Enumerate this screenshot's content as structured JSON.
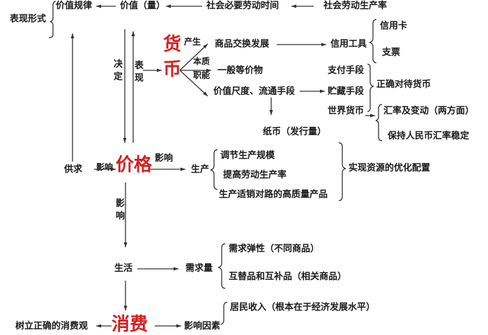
{
  "top_row": {
    "expression_form": "表现形式",
    "value_law": "价值规律",
    "value_quantity": "价值（量）",
    "socially_necessary_labor_time": "社会必要劳动时间",
    "social_labor_productivity": "社会劳动生产率"
  },
  "money": {
    "title_char1": "货",
    "title_char2": "币",
    "decide": "决定",
    "express": "表现",
    "origin_label": "产生",
    "essence_label": "本质",
    "function_label": "职能",
    "commodity_exchange": "商品交换发展",
    "general_equivalent": "一般等价物",
    "value_measure_circulation": "价值尺度、流通手段",
    "paper_money": "纸币（发行量）",
    "credit_tools": "信用工具",
    "credit_card": "信用卡",
    "cheque": "支票",
    "payment_means": "支付手段",
    "store_of_value": "贮藏手段",
    "world_currency": "世界货币",
    "correct_attitude": "正确对待货币",
    "exchange_rate": "汇率及变动（两方面）",
    "rmb_stable": "保持人民币汇率稳定"
  },
  "price": {
    "title": "价格",
    "supply_demand": "供求",
    "influence_left": "影响",
    "influence_right": "影响",
    "influence_down": "影响",
    "production": "生产",
    "adjust_scale": "调节生产规模",
    "improve_productivity": "提高劳动生产率",
    "quality_products": "生产适销对路的高质量产品",
    "optimize_allocation": "实现资源的优化配置"
  },
  "life": {
    "life": "生活",
    "demand_quantity": "需求量",
    "demand_elasticity": "需求弹性（不同商品）",
    "substitutes_complements": "互替品和互补品（相关商品）"
  },
  "consumption": {
    "title": "消费",
    "correct_view": "树立正确的消费观",
    "factors": "影响因素",
    "resident_income": "居民收入（根本在于经济发展水平）"
  },
  "colors": {
    "text": "#1a1a1a",
    "accent_red": "#d42020",
    "line": "#333333"
  }
}
